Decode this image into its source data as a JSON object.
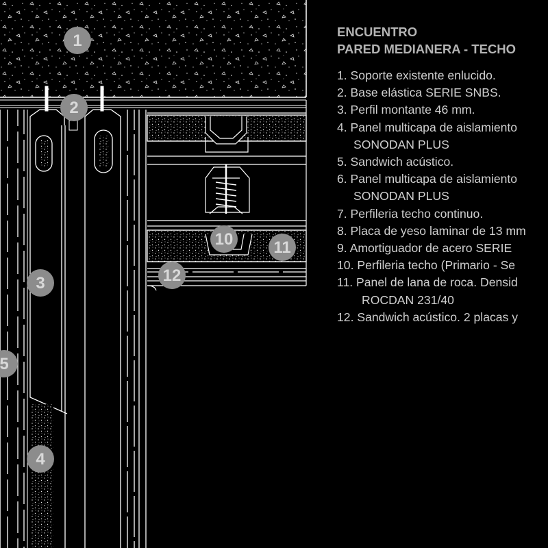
{
  "title": {
    "line1": "ENCUENTRO",
    "line2": "PARED MEDIANERA - TECHO"
  },
  "legend_items": [
    {
      "text": "1. Soporte existente enlucido."
    },
    {
      "text": "2. Base elástica SERIE SNBS."
    },
    {
      "text": "3. Perfil montante 46 mm."
    },
    {
      "text": "4. Panel multicapa de aislamiento",
      "sub": "SONODAN PLUS"
    },
    {
      "text": "5. Sandwich acústico."
    },
    {
      "text": "6. Panel multicapa de aislamiento",
      "sub": "SONODAN PLUS"
    },
    {
      "text": "7. Perfileria techo continuo."
    },
    {
      "text": "8. Placa de yeso laminar de 13 mm"
    },
    {
      "text": "9. Amortiguador de acero SERIE"
    },
    {
      "text": "10. Perfileria techo (Primario - Se"
    },
    {
      "text": "11. Panel de lana de roca. Densid",
      "sub": "ROCDAN 231/40"
    },
    {
      "text": "12. Sandwich acústico. 2 placas y"
    }
  ],
  "callouts": [
    "1",
    "2",
    "3",
    "4",
    "5",
    "10",
    "11",
    "12"
  ],
  "colors": {
    "background": "#000000",
    "linework": "#ffffff",
    "callout_fill": "#8c8c8c",
    "callout_text": "#d9d9d9",
    "title": "#b4b4b4"
  }
}
